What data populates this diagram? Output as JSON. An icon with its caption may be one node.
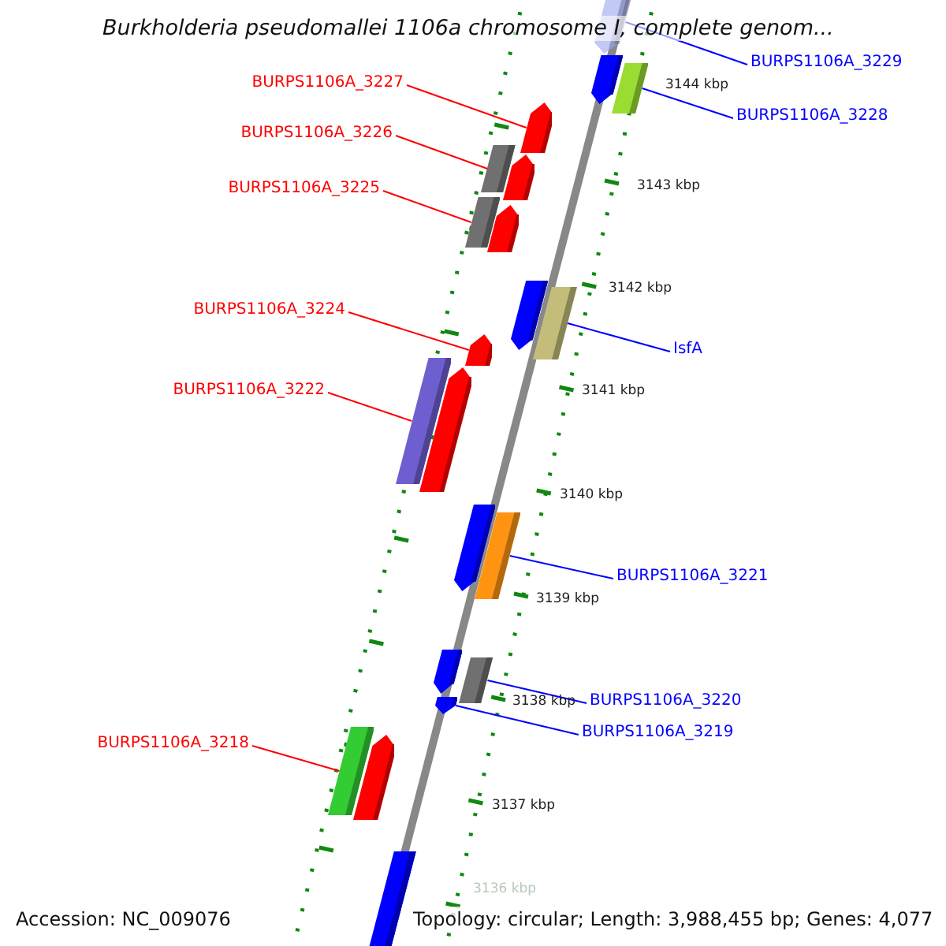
{
  "diagram": {
    "title": "Burkholderia pseudomallei 1106a chromosome I, complete genom...",
    "nodes": [
      {
        "text": [
          "BURPS1106A_3229"
        ]
      },
      {
        "text": [
          "BURPS1106A_3227"
        ]
      },
      {
        "text": [
          "BURPS1106A_3228"
        ]
      },
      {
        "text": [
          "BURPS1106A_3226"
        ]
      },
      {
        "text": [
          "BURPS1106A_3225"
        ]
      },
      {
        "text": [
          "BURPS1106A_3224"
        ]
      },
      {
        "text": [
          "IsfA"
        ]
      },
      {
        "text": [
          "BURPS1106A_3222"
        ]
      },
      {
        "text": [
          "BURPS1106A_3221"
        ]
      },
      {
        "text": [
          "BURPS1106A_3220"
        ]
      },
      {
        "text": [
          "BURPS1106A_3219"
        ]
      },
      {
        "text": [
          "BURPS1106A_3218"
        ]
      },
      {
        "text": [],
        "shape": "bar"
      },
      {
        "text": [],
        "shape": "bar"
      },
      {
        "text": [],
        "shape": "bar"
      },
      {
        "text": [],
        "shape": "bar"
      },
      {
        "text": [],
        "shape": "bar"
      },
      {
        "text": [],
        "shape": "bar"
      },
      {
        "text": [],
        "shape": "bar"
      },
      {
        "text": [],
        "shape": "bar"
      },
      {
        "text": [],
        "shape": "bar"
      },
      {
        "text": [],
        "shape": "bar"
      },
      {
        "text": [],
        "shape": "bar"
      },
      {
        "text": [],
        "shape": "bar"
      }
    ],
    "edges": [
      {
        "from": 0,
        "to": 12,
        "arrow": "none",
        "color": "#0000ff"
      },
      {
        "from": 1,
        "to": 13,
        "arrow": "none",
        "color": "#ff0000"
      },
      {
        "from": 2,
        "to": 14,
        "arrow": "none",
        "color": "#0000ff"
      },
      {
        "from": 3,
        "to": 15,
        "arrow": "none",
        "color": "#ff0000"
      },
      {
        "from": 4,
        "to": 16,
        "arrow": "none",
        "color": "#ff0000"
      },
      {
        "from": 5,
        "to": 17,
        "arrow": "none",
        "color": "#ff0000"
      },
      {
        "from": 6,
        "to": 18,
        "arrow": "none",
        "color": "#0000ff"
      },
      {
        "from": 7,
        "to": 19,
        "arrow": "none",
        "color": "#ff0000"
      },
      {
        "from": 8,
        "to": 20,
        "arrow": "none",
        "color": "#0000ff"
      },
      {
        "from": 9,
        "to": 21,
        "arrow": "none",
        "color": "#0000ff"
      },
      {
        "from": 10,
        "to": 22,
        "arrow": "none",
        "color": "#0000ff"
      },
      {
        "from": 11,
        "to": 23,
        "arrow": "none",
        "color": "#ff0000"
      }
    ],
    "labels": [
      "3144 kbp",
      "3143 kbp",
      "3142 kbp",
      "3141 kbp",
      "3140 kbp",
      "3139 kbp",
      "3138 kbp",
      "3137 kbp",
      "3136 kbp",
      "Accession: NC_009076",
      "Topology: circular; Length: 3,988,455 bp; Genes: 4,077"
    ]
  }
}
